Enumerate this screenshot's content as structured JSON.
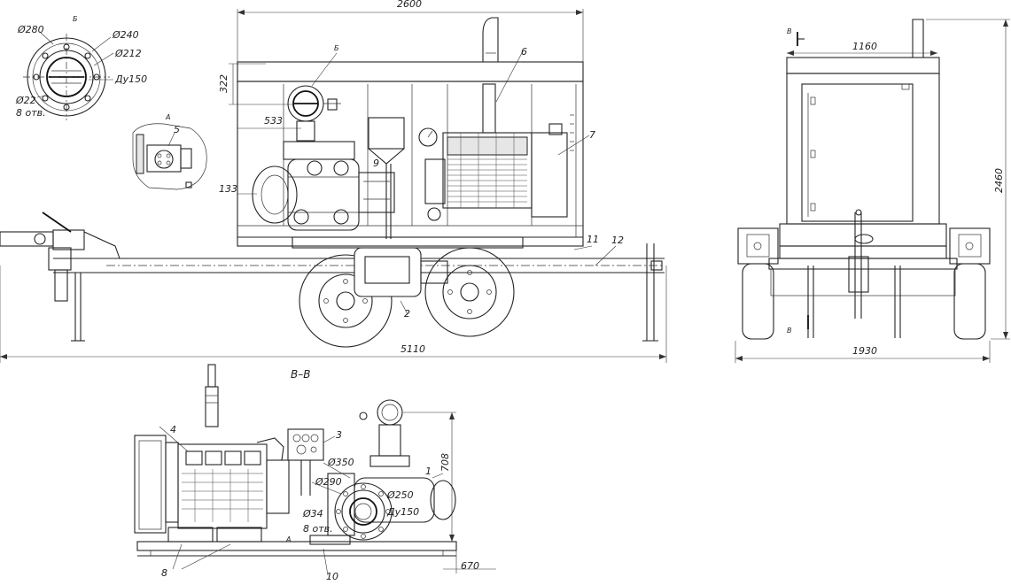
{
  "overall": {
    "length_top": "2600",
    "length_total": "5110",
    "height_upper": "322",
    "dim_533": "533",
    "dim_133": "133"
  },
  "flange_detail": {
    "view_letter": "Б",
    "d280": "Ø280",
    "d240": "Ø240",
    "d212": "Ø212",
    "dn150": "Ду150",
    "d22": "Ø22",
    "holes": "8 отв."
  },
  "detail_a": {
    "view_letter": "А",
    "callout": "5"
  },
  "end_view": {
    "width_top": "1160",
    "width_bottom": "1930",
    "height": "2460",
    "section_top": "В",
    "section_bottom": "В"
  },
  "section_view": {
    "title": "В–В",
    "height": "708",
    "offset": "670",
    "d350": "Ø350",
    "d290": "Ø290",
    "d250": "Ø250",
    "dn150": "Ду150",
    "d34": "Ø34",
    "holes": "8 отв.",
    "view_letter": "А"
  },
  "callouts": {
    "c1": "1",
    "c2": "2",
    "c3": "3",
    "c4": "4",
    "c6": "6",
    "c7": "7",
    "c8": "8",
    "c9": "9",
    "c10": "10",
    "c11": "11",
    "c12": "12"
  }
}
